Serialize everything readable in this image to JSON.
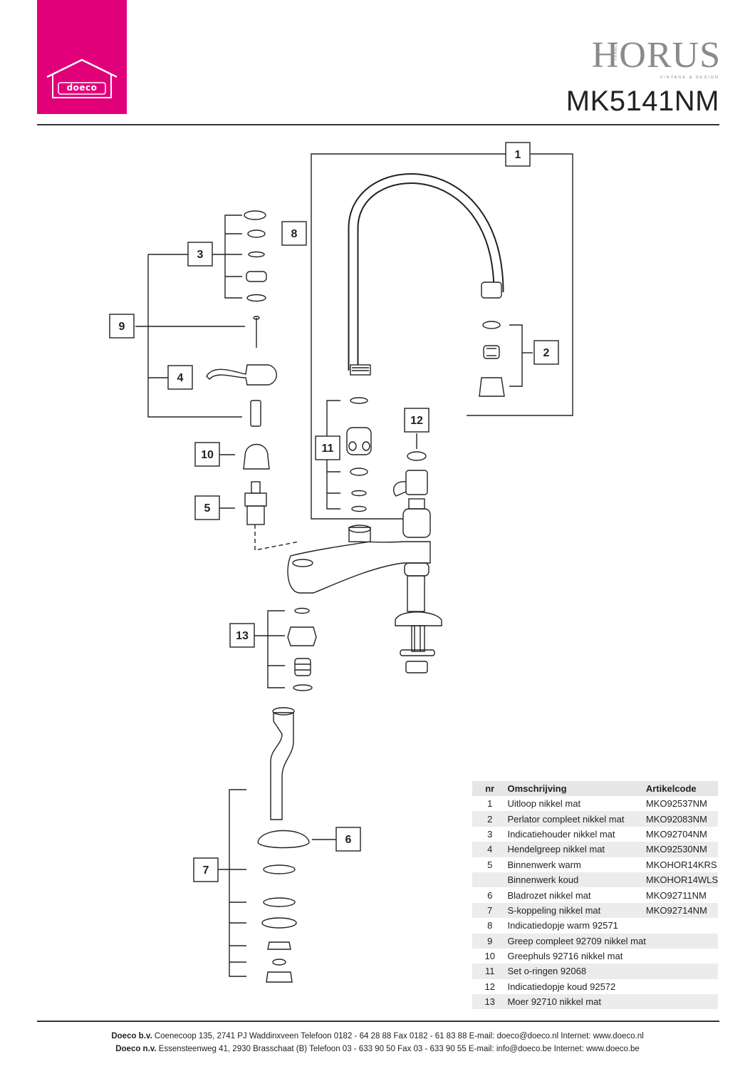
{
  "brand": {
    "logo_text": "doeco",
    "name": "HORUS",
    "side_text": "FRANCE",
    "tagline": "VINTAGE & DESIGN",
    "accent_color": "#e2007a"
  },
  "model": "MK5141NM",
  "callouts": [
    "1",
    "2",
    "3",
    "4",
    "5",
    "6",
    "7",
    "8",
    "9",
    "10",
    "11",
    "12",
    "13"
  ],
  "parts_table": {
    "headers": {
      "nr": "nr",
      "desc": "Omschrijving",
      "code": "Artikelcode"
    },
    "rows": [
      {
        "nr": "1",
        "desc": "Uitloop nikkel mat",
        "code": "MKO92537NM"
      },
      {
        "nr": "2",
        "desc": "Perlator compleet nikkel mat",
        "code": "MKO92083NM"
      },
      {
        "nr": "3",
        "desc": "Indicatiehouder nikkel mat",
        "code": "MKO92704NM"
      },
      {
        "nr": "4",
        "desc": "Hendelgreep nikkel mat",
        "code": "MKO92530NM"
      },
      {
        "nr": "5",
        "desc": "Binnenwerk warm",
        "code": "MKOHOR14KRS"
      },
      {
        "nr": "",
        "desc": "Binnenwerk koud",
        "code": "MKOHOR14WLS"
      },
      {
        "nr": "6",
        "desc": "Bladrozet nikkel mat",
        "code": "MKO92711NM"
      },
      {
        "nr": "7",
        "desc": "S-koppeling nikkel mat",
        "code": "MKO92714NM"
      },
      {
        "nr": "8",
        "desc": "Indicatiedopje warm 92571",
        "code": ""
      },
      {
        "nr": "9",
        "desc": "Greep compleet 92709 nikkel mat",
        "code": ""
      },
      {
        "nr": "10",
        "desc": "Greephuls 92716 nikkel mat",
        "code": ""
      },
      {
        "nr": "11",
        "desc": "Set o-ringen 92068",
        "code": ""
      },
      {
        "nr": "12",
        "desc": "Indicatiedopje koud 92572",
        "code": ""
      },
      {
        "nr": "13",
        "desc": "Moer 92710 nikkel mat",
        "code": ""
      }
    ]
  },
  "footer": {
    "line1_company": "Doeco b.v.",
    "line1_text": "Coenecoop 135,   2741 PJ  Waddinxveen   Telefoon 0182 - 64 28 88   Fax 0182 - 61 83 88   E-mail: doeco@doeco.nl   Internet: www.doeco.nl",
    "line2_company": "Doeco n.v.",
    "line2_text": "Essensteenweg 41, 2930  Brasschaat (B)   Telefoon 03 - 633 90 50   Fax 03 - 633 90 55   E-mail: info@doeco.be   Internet: www.doeco.be"
  }
}
